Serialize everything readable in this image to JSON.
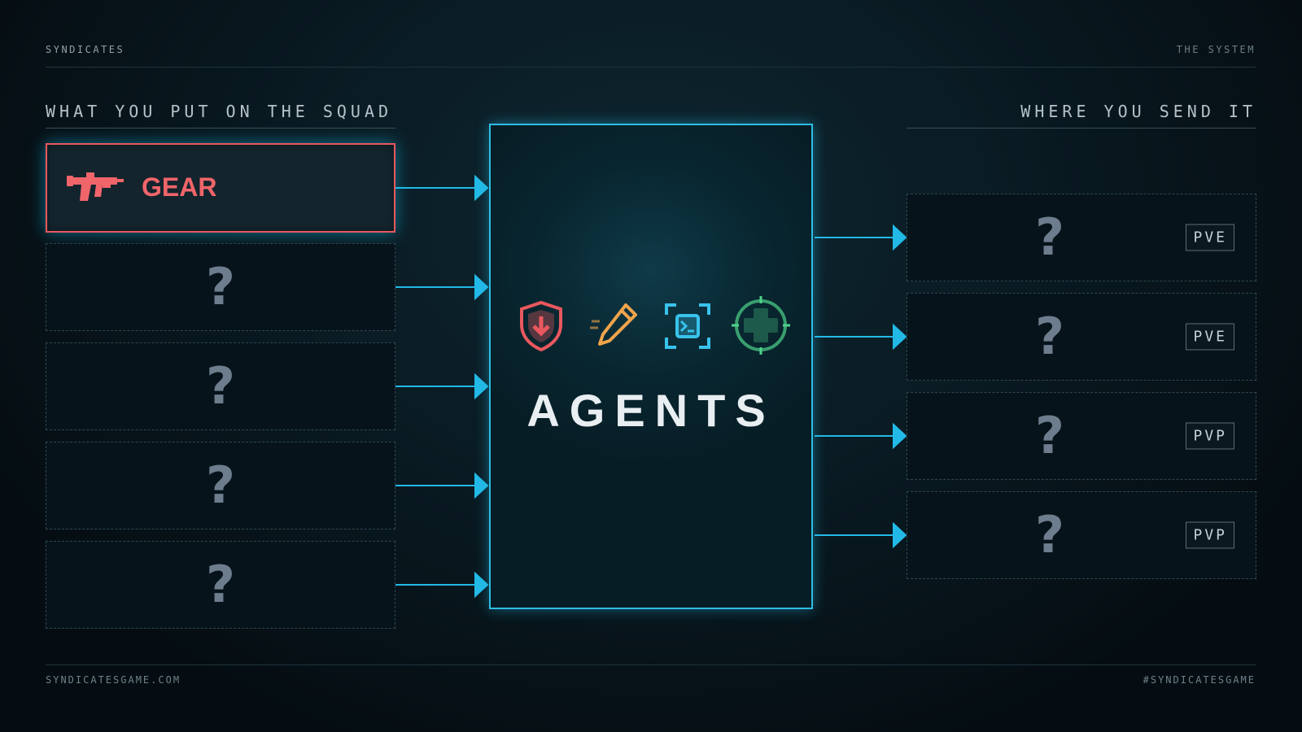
{
  "header": {
    "brand": "SYNDICATES",
    "section": "THE SYSTEM"
  },
  "footer": {
    "site": "SYNDICATESGAME.COM",
    "hashtag": "#SYNDICATESGAME"
  },
  "left_column": {
    "heading": "WHAT YOU PUT ON THE SQUAD",
    "gear": {
      "label": "GEAR",
      "icon": "gun-icon",
      "color": "#f0656a"
    },
    "unknown_slots": [
      "?",
      "?",
      "?",
      "?"
    ]
  },
  "center": {
    "title": "AGENTS",
    "icons": [
      "shield-down-icon",
      "pencil-icon",
      "terminal-focus-icon",
      "crosshair-plus-icon"
    ],
    "accent": "#2fbde6"
  },
  "right_column": {
    "heading": "WHERE YOU SEND IT",
    "slots": [
      {
        "mark": "?",
        "tag": "PVE"
      },
      {
        "mark": "?",
        "tag": "PVE"
      },
      {
        "mark": "?",
        "tag": "PVP"
      },
      {
        "mark": "?",
        "tag": "PVP"
      }
    ]
  }
}
